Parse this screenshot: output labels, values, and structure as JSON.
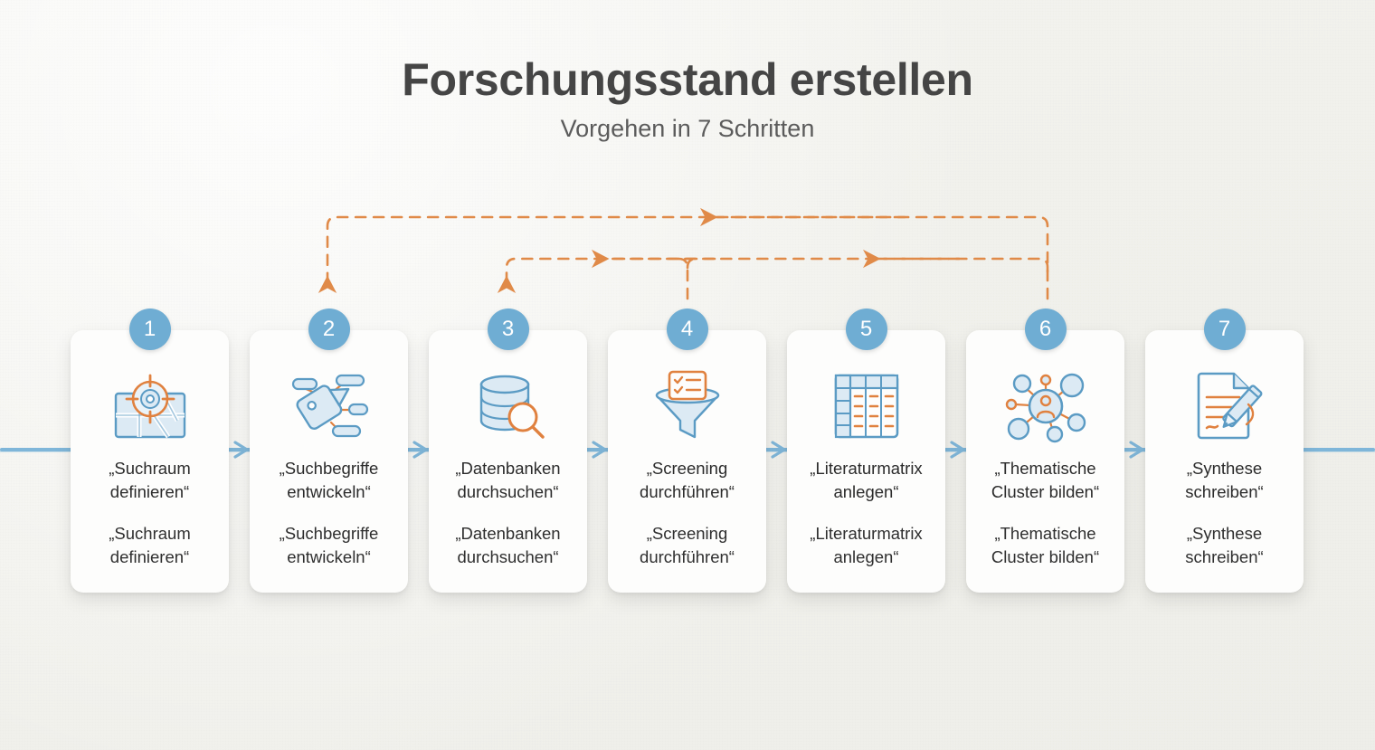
{
  "header": {
    "title": "Forschungsstand erstellen",
    "subtitle": "Vorgehen in 7 Schritten"
  },
  "colors": {
    "background": "#f2f2ee",
    "card": "#fdfdfc",
    "badge_blue": "#6fadd3",
    "flow_line_blue": "#7fb6d9",
    "arrow_blue": "#7fb6d9",
    "feedback_orange": "#e08a48",
    "icon_blue": "#5b9bc4",
    "icon_blue_fill": "#dceaf4",
    "icon_orange": "#e0813f",
    "title_text": "#454545",
    "body_text": "#2b2b2b"
  },
  "steps": [
    {
      "number": "1",
      "title": "„Suchraum definieren“",
      "description": "„Suchraum definieren“",
      "icon": "map-target-icon"
    },
    {
      "number": "2",
      "title": "„Suchbegriffe entwickeln“",
      "description": "„Suchbegriffe entwickeln“",
      "icon": "tag-keywords-icon"
    },
    {
      "number": "3",
      "title": "„Datenbanken durchsuchen“",
      "description": "„Datenbanken durchsuchen“",
      "icon": "database-search-icon"
    },
    {
      "number": "4",
      "title": "„Screening durchführen“",
      "description": "„Screening durchführen“",
      "icon": "funnel-checklist-icon"
    },
    {
      "number": "5",
      "title": "„Literaturmatrix anlegen“",
      "description": "„Literaturmatrix anlegen“",
      "icon": "matrix-table-icon"
    },
    {
      "number": "6",
      "title": "„Thematische Cluster bilden“",
      "description": "„Thematische Cluster bilden“",
      "icon": "cluster-network-icon"
    },
    {
      "number": "7",
      "title": "„Synthese schreiben“",
      "description": "„Synthese schreiben“",
      "icon": "document-pencil-icon"
    }
  ],
  "feedback_loops": [
    {
      "from_step": "6",
      "to_step": "2",
      "style": "dashed",
      "direction": "backward"
    },
    {
      "from_step": "6",
      "to_step": "3",
      "style": "dashed",
      "direction": "backward"
    },
    {
      "from_step": "4",
      "to_step": "3",
      "style": "dashed",
      "direction": "backward"
    }
  ]
}
